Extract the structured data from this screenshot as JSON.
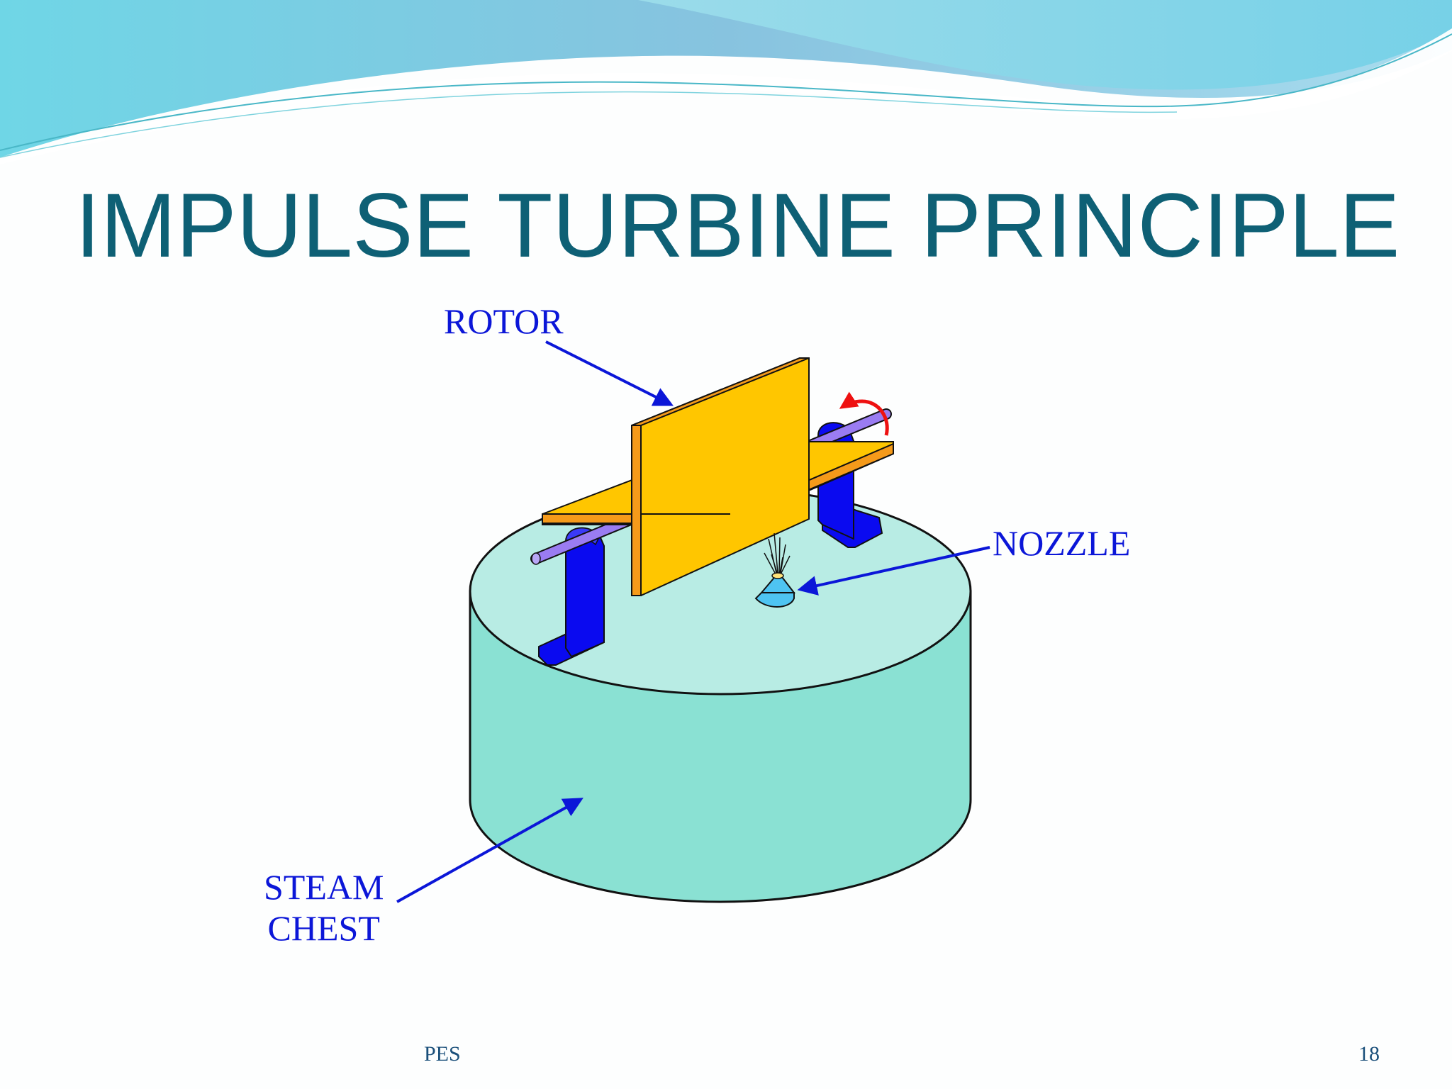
{
  "slide": {
    "title": "IMPULSE TURBINE PRINCIPLE",
    "footer_left": "PES",
    "page_number": "18"
  },
  "diagram": {
    "labels": {
      "rotor": "ROTOR",
      "nozzle": "NOZZLE",
      "steam_chest_line1": "STEAM",
      "steam_chest_line2": "CHEST"
    },
    "colors": {
      "label_text": "#0b16d8",
      "arrow": "#0b16d8",
      "rotor_blade": "#ffc600",
      "rotor_edge": "#f59a1a",
      "shaft": "#9a7cf2",
      "bearing": "#0a0af0",
      "steam_chest_top": "#b8ece4",
      "steam_chest_side": "#8ae1d3",
      "nozzle": "#4ec4f2",
      "rotation_arrow": "#ee1111",
      "title": "#0e6075"
    }
  }
}
